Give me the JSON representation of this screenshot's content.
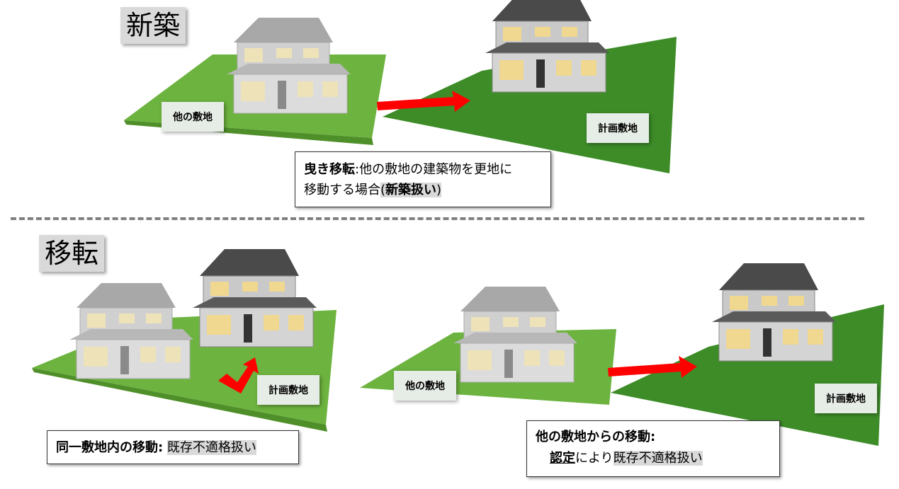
{
  "titles": {
    "new_build": "新築",
    "relocation": "移転"
  },
  "labels": {
    "other_site_top": "他の敷地",
    "planned_site_top": "計画敷地",
    "planned_site_bottom_left": "計画敷地",
    "other_site_bottom_right": "他の敷地",
    "planned_site_bottom_right": "計画敷地"
  },
  "captions": {
    "hikiido": {
      "term": "曳き移転",
      "colon": ":",
      "text1": "他の敷地の建築物を更地に",
      "text2": "移動する場合",
      "paren_open": "(",
      "paren_term": "新築扱い",
      "paren_close": ")"
    },
    "same_site": {
      "term": "同一敷地内の移動:",
      "result": "既存不適格扱い"
    },
    "other_site": {
      "term": "他の敷地からの移動",
      "colon": ":",
      "approval": "認定",
      "middle": "により",
      "result": "既存不適格扱い"
    }
  },
  "colors": {
    "light_grass": "#6db33f",
    "dark_grass": "#3d8c28",
    "arrow": "#ff0000",
    "ghost_house": "#b3b3b3",
    "dark_roof": "#4a4a4a",
    "window": "#f0d890"
  }
}
